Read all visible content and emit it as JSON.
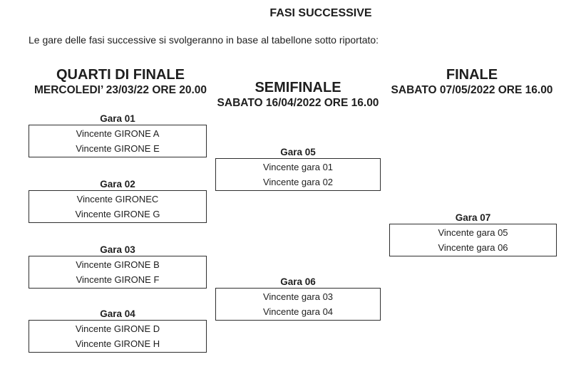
{
  "document": {
    "title": "FASI SUCCESSIVE",
    "intro": "Le gare delle fasi successive si svolgeranno in base al tabellone sotto riportato:"
  },
  "rounds": {
    "quarterfinals": {
      "title": "QUARTI DI FINALE",
      "date": "MERCOLEDI’ 23/03/22 ORE 20.00"
    },
    "semifinals": {
      "title": "SEMIFINALE",
      "date": "SABATO 16/04/2022 ORE 16.00"
    },
    "final": {
      "title": "FINALE",
      "date": "SABATO 07/05/2022 ORE 16.00"
    }
  },
  "matches": [
    {
      "label": "Gara 01",
      "home": "Vincente GIRONE A",
      "away": "Vincente GIRONE E"
    },
    {
      "label": "Gara 02",
      "home": "Vincente GIRONEC",
      "away": "Vincente GIRONE G"
    },
    {
      "label": "Gara 03",
      "home": "Vincente GIRONE B",
      "away": "Vincente GIRONE F"
    },
    {
      "label": "Gara 04",
      "home": "Vincente GIRONE D",
      "away": "Vincente GIRONE H"
    },
    {
      "label": "Gara 05",
      "home": "Vincente gara 01",
      "away": "Vincente gara 02"
    },
    {
      "label": "Gara 06",
      "home": "Vincente gara 03",
      "away": "Vincente gara 04"
    },
    {
      "label": "Gara 07",
      "home": "Vincente gara 05",
      "away": "Vincente gara 06"
    }
  ],
  "colors": {
    "text": "#1e1e1e",
    "border": "#2e2e2e",
    "background": "#ffffff"
  }
}
